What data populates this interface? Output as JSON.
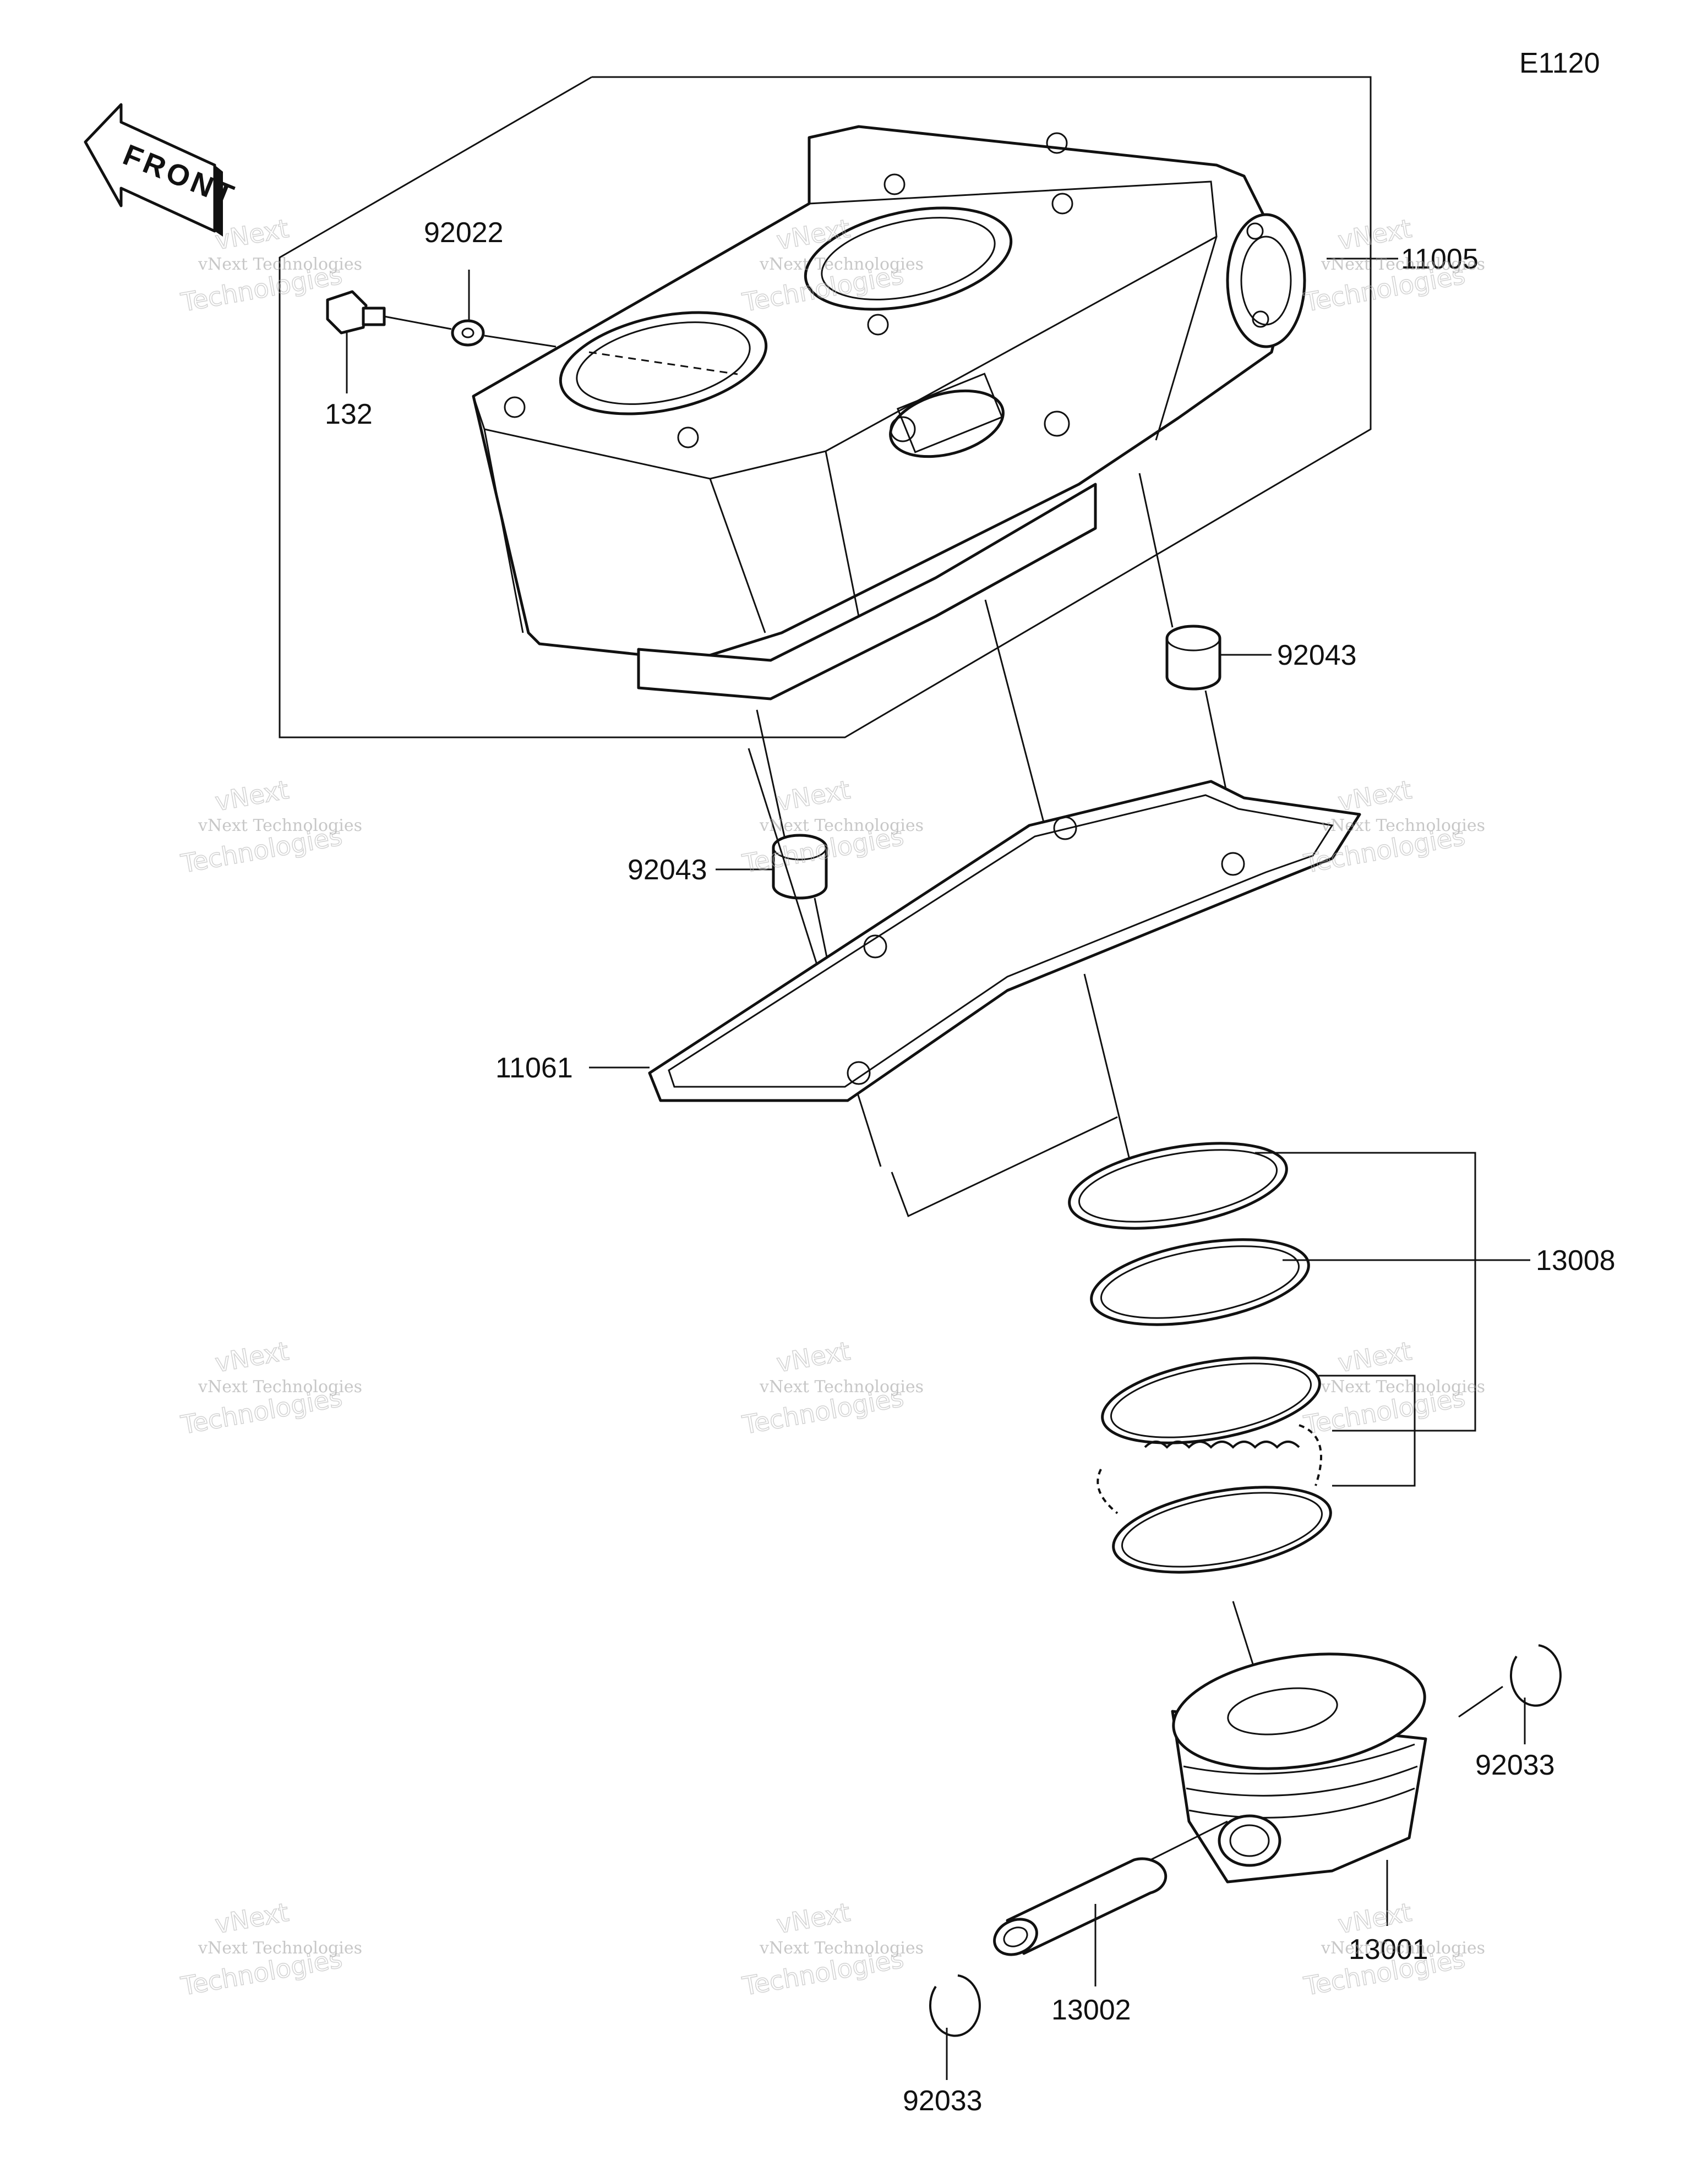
{
  "diagram": {
    "code": "E1120",
    "front_label": "FRONT",
    "parts": {
      "cylinder": "11005",
      "bolt": "132",
      "washer": "92022",
      "dowel_upper": "92043",
      "dowel_lower": "92043",
      "gasket": "11061",
      "piston_ring_set": "13008",
      "piston": "13001",
      "piston_pin": "13002",
      "circlip_right": "92033",
      "circlip_left": "92033"
    },
    "watermark": {
      "line1": "vNext Technologies",
      "line2": "vNext",
      "line3": "Technologies"
    }
  }
}
